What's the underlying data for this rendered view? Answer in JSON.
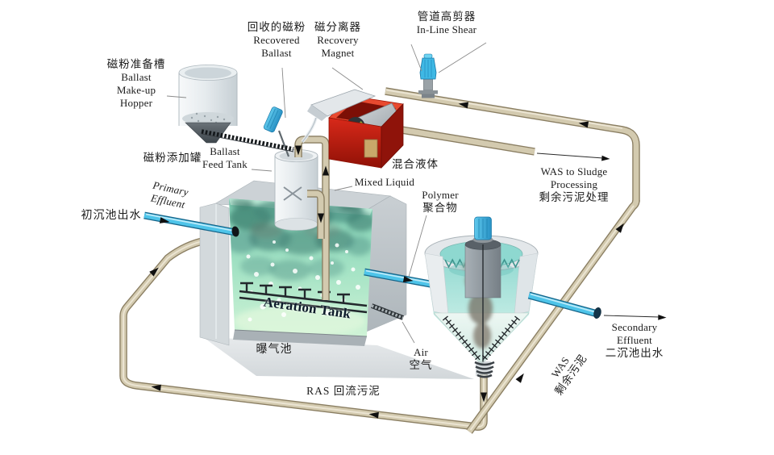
{
  "labels": {
    "hopper": {
      "zh": "磁粉准备槽",
      "en1": "Ballast",
      "en2": "Make-up",
      "en3": "Hopper"
    },
    "recovered": {
      "zh": "回收的磁粉",
      "en1": "Recovered",
      "en2": "Ballast"
    },
    "magnet": {
      "zh": "磁分离器",
      "en1": "Recovery",
      "en2": "Magnet"
    },
    "shear": {
      "zh": "管道高剪器",
      "en": "In-Line Shear"
    },
    "feed_tank": {
      "zh": "磁粉添加罐",
      "en1": "Ballast",
      "en2": "Feed Tank"
    },
    "primary": {
      "en1": "Primary",
      "en2": "Effluent",
      "zh": "初沉池出水"
    },
    "mixed": {
      "zh": "混合液体",
      "en": "Mixed Liquid"
    },
    "polymer": {
      "en": "Polymer",
      "zh": "聚合物"
    },
    "was_sludge": {
      "en1": "WAS to Sludge",
      "en2": "Processing",
      "zh": "剩余污泥处理"
    },
    "aeration": {
      "en": "Aeration Tank",
      "zh": "曝气池"
    },
    "air": {
      "en": "Air",
      "zh": "空气"
    },
    "secondary": {
      "en1": "Secondary",
      "en2": "Effluent",
      "zh": "二沉池出水"
    },
    "was_pipe": {
      "en": "WAS",
      "zh": "剩余污泥"
    },
    "ras_pipe": {
      "label": "RAS 回流污泥"
    }
  },
  "colors": {
    "pipe_tan": "#d3caaf",
    "pipe_blue": "#4ec4e9",
    "magnet_red": "#c81e10",
    "aeration_liquid": "#9adcc0",
    "clarifier_water": "#8ed8d0",
    "arrow": "#101010",
    "text": "#1b1b1b"
  }
}
